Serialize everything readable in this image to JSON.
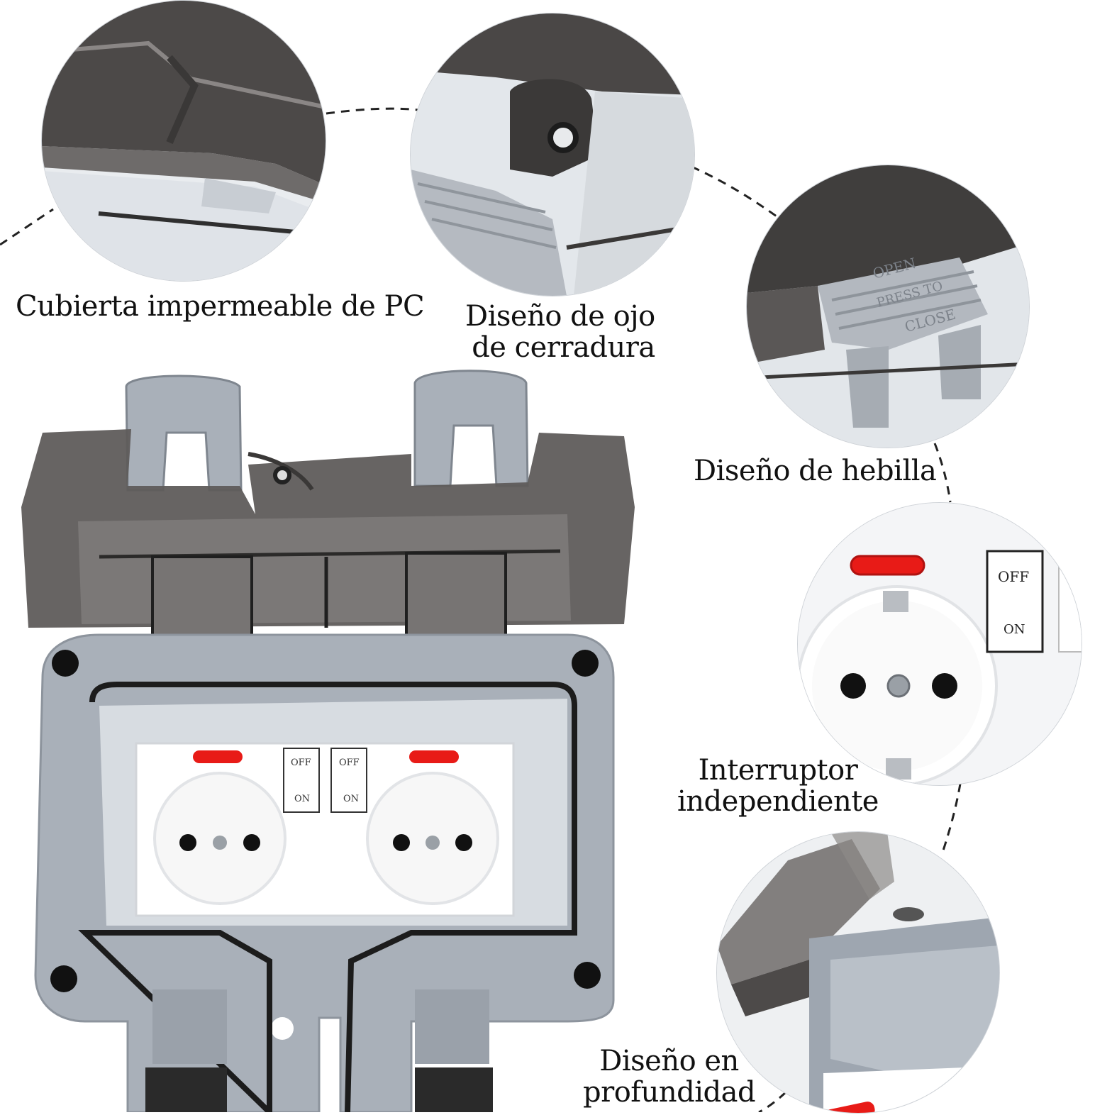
{
  "features": [
    {
      "id": "cover",
      "lines": [
        "Cubierta impermeable de PC"
      ]
    },
    {
      "id": "lock-eye",
      "lines": [
        "Diseño de ojo",
        "de cerradura"
      ]
    },
    {
      "id": "buckle",
      "lines": [
        "Diseño de hebilla"
      ]
    },
    {
      "id": "switch",
      "lines": [
        "Interruptor",
        "independiente"
      ]
    },
    {
      "id": "depth",
      "lines": [
        "Diseño en",
        "profundidad"
      ]
    }
  ],
  "socket": {
    "switch_left": {
      "off": "OFF",
      "on": "ON"
    },
    "switch_right": {
      "off": "OFF",
      "on": "ON"
    }
  },
  "zoom_switch": {
    "off": "OFF",
    "on": "ON"
  },
  "buckle_text": {
    "open": "OPEN",
    "press": "PRESS TO",
    "close": "CLOSE"
  },
  "colors": {
    "housing": "#a9b0b9",
    "cover": "#5f5c5b",
    "indicator": "#e81b17",
    "socket": "#ffffff"
  }
}
